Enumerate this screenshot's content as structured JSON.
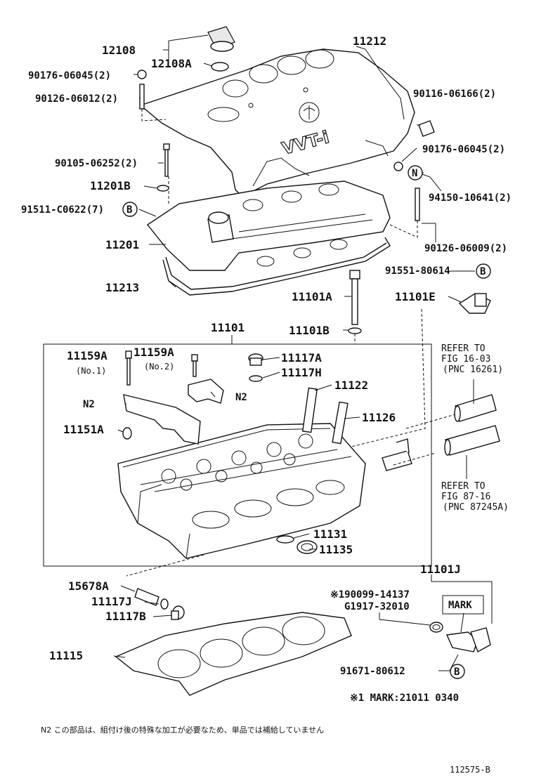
{
  "labels": {
    "p12108": "12108",
    "p12108A": "12108A",
    "p11212": "11212",
    "p90176_06045_left": "90176-06045(2)",
    "p90126_06012": "90126-06012(2)",
    "p90116_06166": "90116-06166(2)",
    "p90176_06045_right": "90176-06045(2)",
    "p90105_06252": "90105-06252(2)",
    "p11201B": "11201B",
    "p91511_C0622": "91511-C0622(7)",
    "p94150_10641": "94150-10641(2)",
    "p11201": "11201",
    "p90126_06009": "90126-06009(2)",
    "p91551_80614": "91551-80614",
    "p11213": "11213",
    "p11101A": "11101A",
    "p11101E": "11101E",
    "p11101": "11101",
    "p11101B": "11101B",
    "p11159A_1": "11159A",
    "p11159A_2": "11159A",
    "no1": "(No.1)",
    "no2": "(No.2)",
    "p11117A": "11117A",
    "p11117H": "11117H",
    "p11122": "11122",
    "p11126": "11126",
    "n2_left": "N2",
    "n2_right": "N2",
    "p11151A": "11151A",
    "p11131": "11131",
    "p11135": "11135",
    "p15678A": "15678A",
    "p11117J": "11117J",
    "p11117B": "11117B",
    "p11101J": "11101J",
    "p90099_14137": "※190099-14137",
    "pG1917_32010": "G1917-32010",
    "mark_box": "MARK",
    "p11115": "11115",
    "p91671_80612": "91671-80612",
    "mark_note": "※1 MARK:21011 0340",
    "footnote": "N2 この部品は、組付け後の特殊な加工が必要なため、単品では補給していません",
    "drawing_id": "112575-B",
    "circle_n": "N",
    "circle_b1": "B",
    "circle_b2": "B",
    "circle_b3": "B"
  },
  "refs": {
    "top_line1": "REFER TO",
    "top_line2": "FIG 16-03",
    "top_line3": "(PNC 16261)",
    "bottom_line1": "REFER TO",
    "bottom_line2": "FIG 87-16",
    "bottom_line3": "(PNC 87245A)"
  }
}
